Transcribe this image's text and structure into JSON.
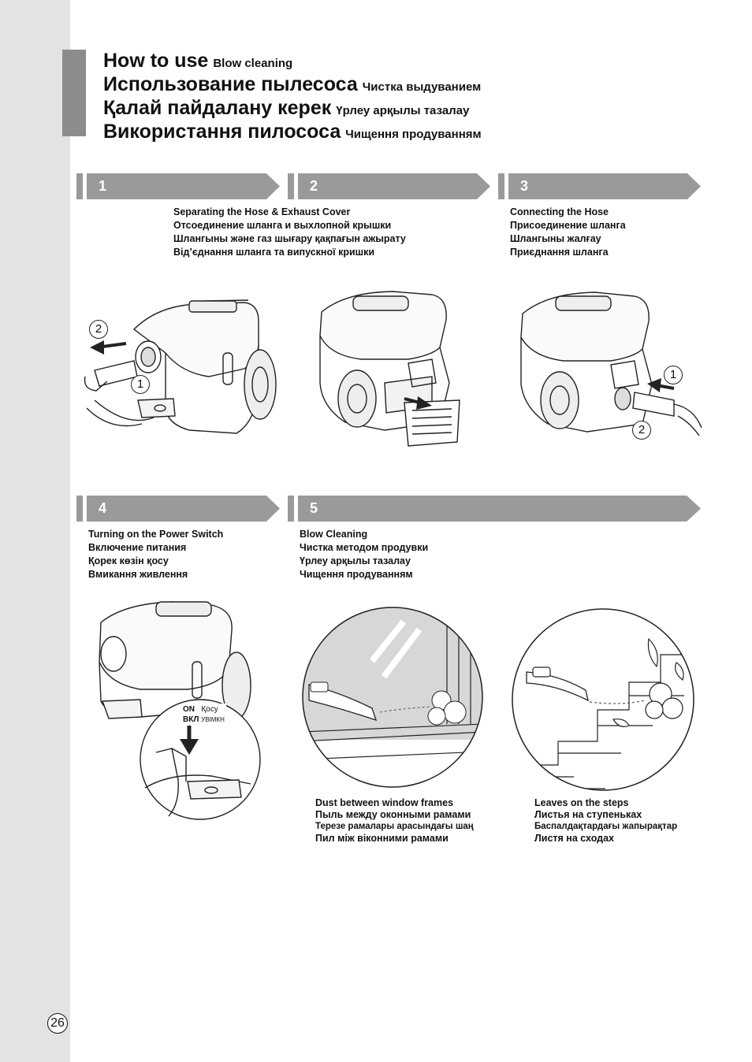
{
  "title": {
    "lines": [
      {
        "main": "How to use",
        "sub": "Blow cleaning"
      },
      {
        "main": "Использование пылесоса",
        "sub": "Чистка выдуванием"
      },
      {
        "main": "Қалай пайдалану керек",
        "sub": "Үрлеу арқылы тазалау"
      },
      {
        "main": "Використання пилососа",
        "sub": "Чищення продуванням"
      }
    ]
  },
  "steps": [
    {
      "number": "1"
    },
    {
      "number": "2",
      "lines": [
        "Separating the Hose & Exhaust Cover",
        "Отсоединение шланга и выхлопной крышки",
        "Шлангыны және газ шығару қақпағын ажырату",
        "Від’єднання шланга та випускної кришки"
      ]
    },
    {
      "number": "3",
      "lines": [
        "Connecting the Hose",
        "Присоединение шланга",
        "Шлангыны жалғау",
        "Приєднання шланга"
      ]
    },
    {
      "number": "4",
      "lines": [
        "Turning on the Power Switch",
        "Включение питания",
        "Қорек көзін қосу",
        "Вмикання живлення"
      ]
    },
    {
      "number": "5",
      "lines": [
        "Blow Cleaning",
        "Чистка методом продувки",
        "Үрлеу арқылы тазалау",
        "Чищення продуванням"
      ]
    }
  ],
  "switch_labels": {
    "on_en": "ON",
    "on_kz": "Қосу",
    "on_ru": "ВКЛ",
    "on_ua": "УВІМКН"
  },
  "markers": {
    "one": "1",
    "two": "2"
  },
  "captions": {
    "window": [
      "Dust between window frames",
      "Пыль между оконными рамами",
      "Терезе рамалары арасындағы шаң",
      "Пил між віконними рамами"
    ],
    "steps": [
      "Leaves on the steps",
      "Листья на ступеньках",
      "Баспалдақтардағы жапырақтар",
      "Листя на сходах"
    ]
  },
  "page_number": "26"
}
